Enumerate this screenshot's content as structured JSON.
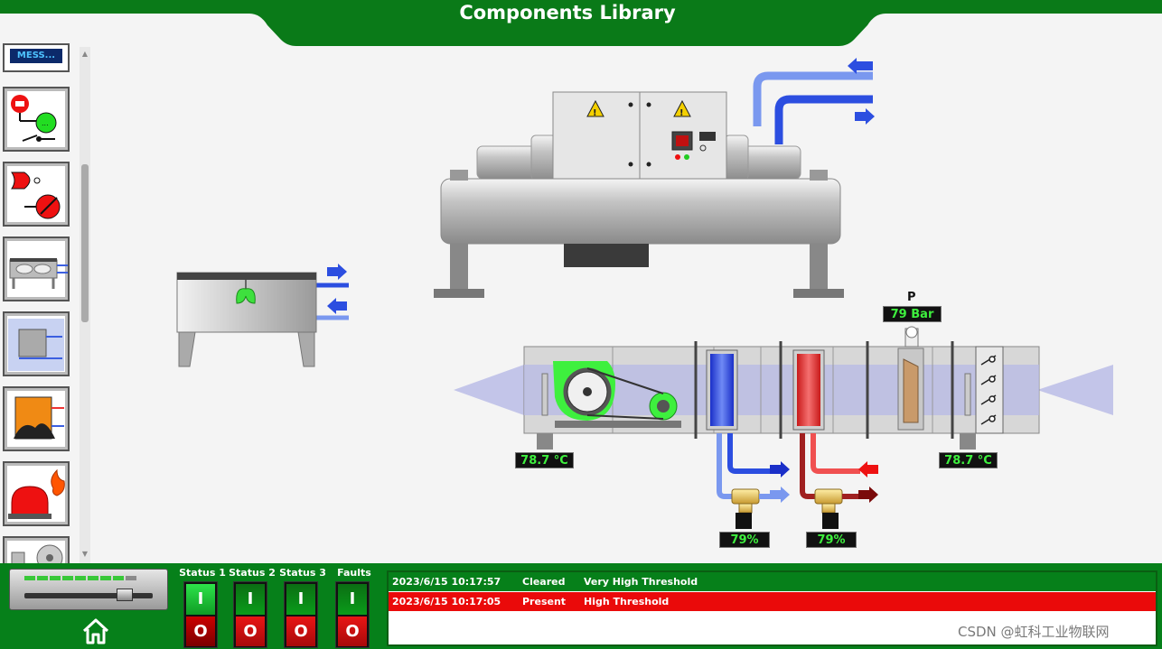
{
  "header": {
    "title": "Components Library"
  },
  "library": {
    "message_item": "MESS..."
  },
  "scene": {
    "pressure": {
      "label": "P",
      "value": "79 Bar"
    },
    "temp_left": "78.7 °C",
    "temp_right": "78.7 °C",
    "valve_left": "79%",
    "valve_right": "79%"
  },
  "bottom": {
    "statuses": [
      {
        "label": "Status 1",
        "on": "I",
        "off": "O"
      },
      {
        "label": "Status 2",
        "on": "I",
        "off": "O"
      },
      {
        "label": "Status 3",
        "on": "I",
        "off": "O"
      },
      {
        "label": "Faults",
        "on": "I",
        "off": "O"
      }
    ],
    "alarms": [
      {
        "time": "2023/6/15 10:17:57",
        "state": "Cleared",
        "message": "Very High Threshold"
      },
      {
        "time": "2023/6/15 10:17:05",
        "state": "Present",
        "message": "High Threshold"
      }
    ],
    "watermark": "CSDN @虹科工业物联网"
  },
  "colors": {
    "header_green": "#0a7a18",
    "alarm_red": "#ea0a0a",
    "value_green": "#3ef03e"
  }
}
